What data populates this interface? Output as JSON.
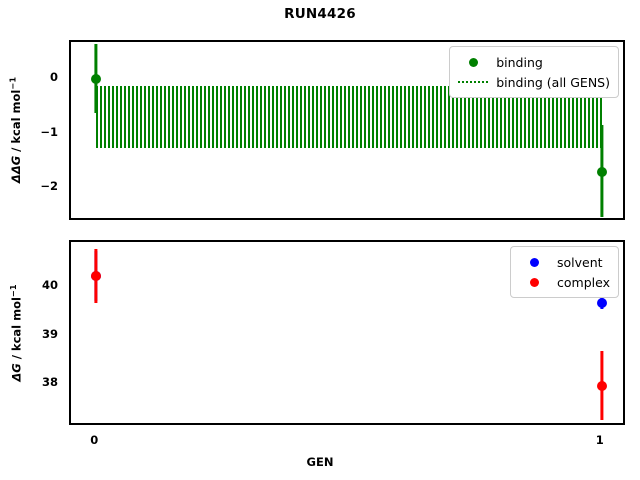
{
  "figure": {
    "title": "RUN4426",
    "xlabel": "GEN",
    "background": "#ffffff"
  },
  "colors": {
    "binding_green": "#008000",
    "solvent_blue": "#0000ff",
    "complex_red": "#ff0000",
    "axis_black": "#000000"
  },
  "panels": {
    "top": {
      "ylabel_prefix": "ΔΔG",
      "ylabel_suffix": " / kcal mol",
      "ylabel_exponent": "−1",
      "yticks": [
        "0",
        "−1",
        "−2"
      ],
      "ytick_values": [
        0,
        -1,
        -2
      ],
      "ylim": [
        -2.62,
        0.68
      ],
      "legend": [
        {
          "label": "binding",
          "key": "dot",
          "color": "#008000"
        },
        {
          "label": "binding (all GENS)",
          "key": "dotted-line",
          "color": "#008000"
        }
      ]
    },
    "bottom": {
      "ylabel_prefix": "ΔG",
      "ylabel_suffix": " / kcal mol",
      "ylabel_exponent": "−1",
      "yticks": [
        "40",
        "39",
        "38"
      ],
      "ytick_values": [
        40,
        39,
        38
      ],
      "ylim": [
        37.12,
        40.93
      ],
      "legend": [
        {
          "label": "solvent",
          "key": "dot",
          "color": "#0000ff"
        },
        {
          "label": "complex",
          "key": "dot",
          "color": "#ff0000"
        }
      ]
    }
  },
  "xaxis": {
    "ticks": [
      "0",
      "1"
    ],
    "tick_values": [
      0,
      1
    ],
    "xlim": [
      -0.05,
      1.05
    ]
  },
  "chart_data": {
    "type": "scatter",
    "title": "RUN4426",
    "xlabel": "GEN",
    "grid": false,
    "subplots": [
      {
        "name": "ddg-panel",
        "ylabel": "ΔΔG / kcal mol⁻¹",
        "ylim": [
          -2.62,
          0.68
        ],
        "yticks": [
          0,
          -1,
          -2
        ],
        "legend_position": "upper right",
        "series": [
          {
            "name": "binding",
            "type": "errorbar",
            "color": "#008000",
            "marker": "o",
            "x": [
              0,
              1
            ],
            "values": [
              0.0,
              -1.7
            ],
            "yerr_low": [
              0.62,
              0.82
            ],
            "yerr_high": [
              0.64,
              0.85
            ]
          },
          {
            "name": "binding (all GENS)",
            "type": "hlines-dotted-band",
            "color": "#008000",
            "linestyle": "dotted",
            "band_top": -0.12,
            "band_bottom": -1.23,
            "x_start": 0,
            "x_end": 1,
            "n_lines": 60
          }
        ]
      },
      {
        "name": "dg-panel",
        "ylabel": "ΔG / kcal mol⁻¹",
        "ylim": [
          37.12,
          40.93
        ],
        "yticks": [
          40,
          39,
          38
        ],
        "legend_position": "upper right",
        "series": [
          {
            "name": "solvent",
            "type": "errorbar",
            "color": "#0000ff",
            "marker": "o",
            "x": [
              0,
              1
            ],
            "values": [
              40.22,
              39.67
            ],
            "yerr_low": [
              0.5,
              0.13
            ],
            "yerr_high": [
              0.52,
              0.12
            ]
          },
          {
            "name": "complex",
            "type": "errorbar",
            "color": "#ff0000",
            "marker": "o",
            "x": [
              0,
              1
            ],
            "values": [
              40.22,
              37.97
            ],
            "yerr_low": [
              0.55,
              0.71
            ],
            "yerr_high": [
              0.57,
              0.72
            ]
          }
        ]
      }
    ]
  }
}
